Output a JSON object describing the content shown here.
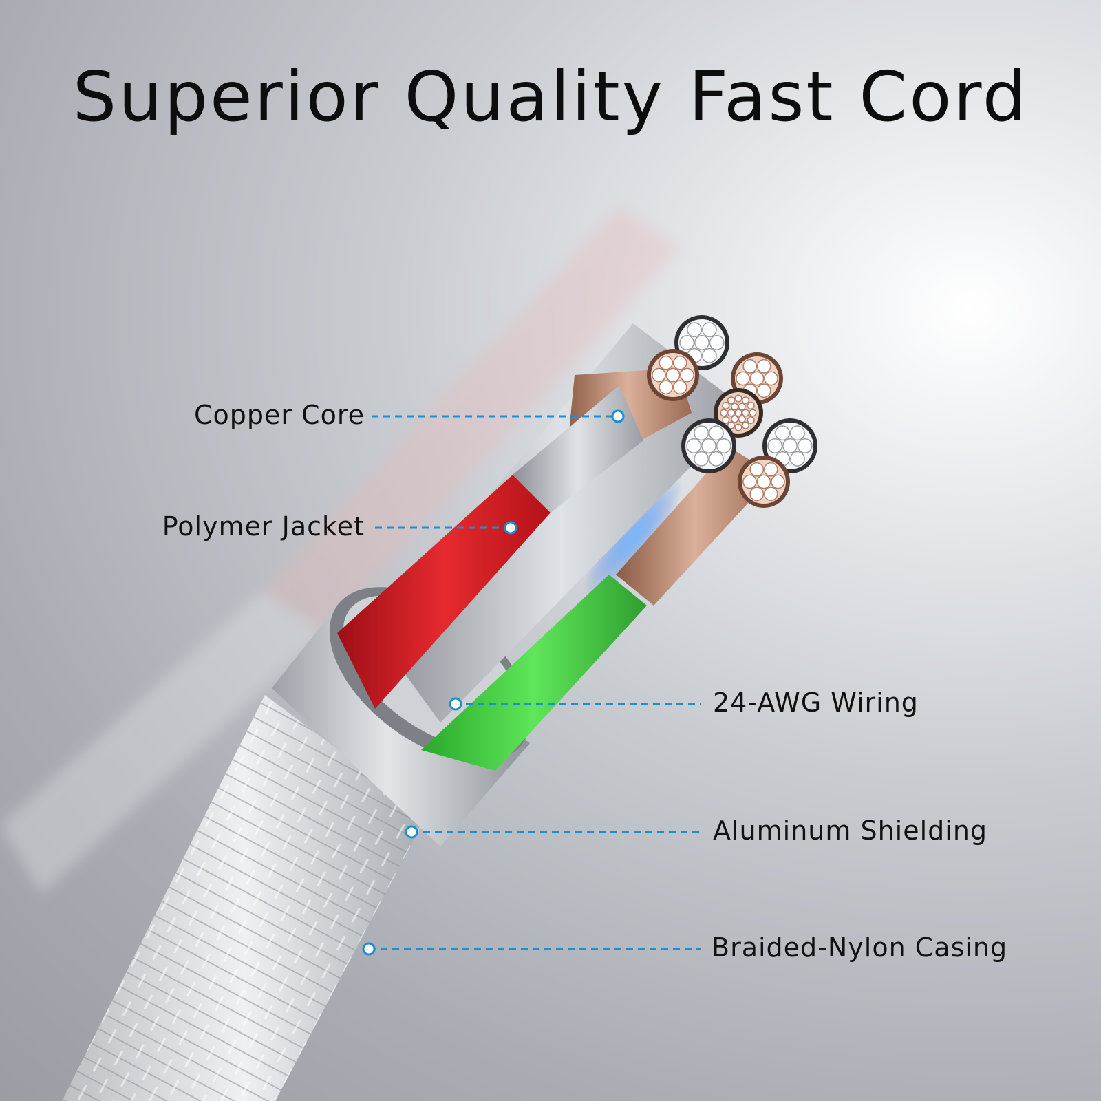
{
  "title": "Superior Quality Fast Cord",
  "callouts": [
    {
      "label": "Copper Core",
      "side": "left"
    },
    {
      "label": "Polymer Jacket",
      "side": "left"
    },
    {
      "label": "24-AWG Wiring",
      "side": "right"
    },
    {
      "label": "Aluminum Shielding",
      "side": "right"
    },
    {
      "label": "Braided-Nylon Casing",
      "side": "right"
    }
  ],
  "colors": {
    "leader_line": "#1a8fd1",
    "red_jacket": "#d81f26",
    "green_jacket": "#3cd13c",
    "copper": "#d9a98e",
    "silver": "#c8cbd0"
  }
}
